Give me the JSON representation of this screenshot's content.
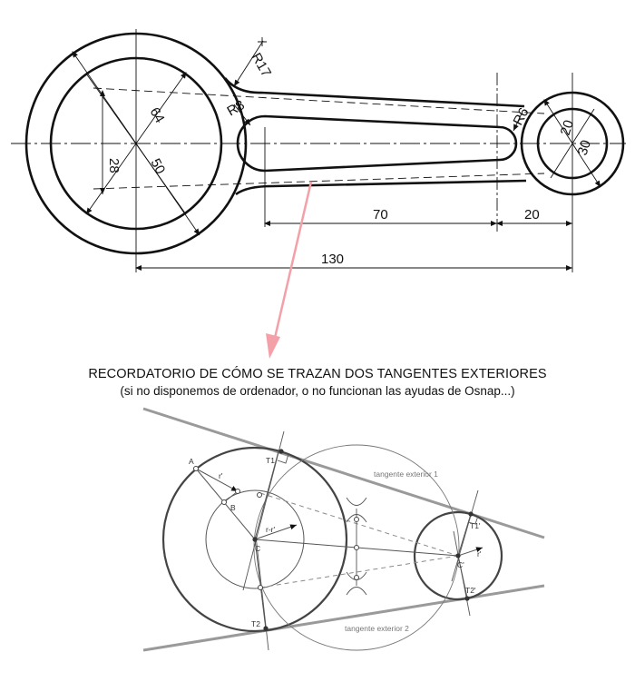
{
  "drawing": {
    "dimensions": {
      "r17": "R17",
      "r8": "R8",
      "r6": "R6",
      "d64": "64",
      "d50": "50",
      "d28": "28",
      "d20": "20",
      "d30": "30",
      "len70": "70",
      "len20": "20",
      "len130": "130"
    }
  },
  "caption": {
    "title": "RECORDATORIO DE CÓMO SE TRAZAN DOS TANGENTES EXTERIORES",
    "subtitle": "(si no disponemos de ordenador, o no funcionan las ayudas de Osnap...)"
  },
  "construction": {
    "labels": {
      "A": "A",
      "B": "B",
      "C": "C",
      "C_prime": "C'",
      "T1": "T1",
      "T2": "T2",
      "T1_prime": "T1'",
      "T2_prime": "T2'",
      "r": "r'",
      "r_diff": "r-r'",
      "r_small": "r'",
      "tangent1": "tangente exterior 1",
      "tangent2": "tangente exterior 2"
    }
  },
  "colors": {
    "ink": "#111111",
    "arrow": "#f4a0a8",
    "tangent": "#9a9a9a",
    "thin": "#555555",
    "dashed": "#8a8a8a"
  }
}
